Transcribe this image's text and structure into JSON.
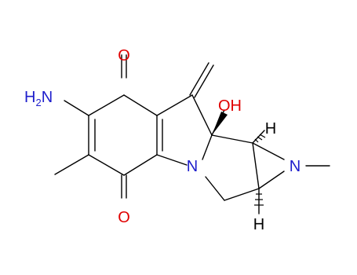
{
  "colors": {
    "bond": "#000000",
    "nitrogen": "#1e1ecc",
    "oxygen": "#e00000",
    "hydrogen": "#000000"
  },
  "atoms": {
    "o_top": "O",
    "o_bottom": "O",
    "nh2_n": "H",
    "nh2_sub": "2",
    "nh2_tail": "N",
    "oh": "OH",
    "n_ring": "N",
    "n_aziridine": "N",
    "h_top": "H",
    "h_bottom": "H"
  }
}
